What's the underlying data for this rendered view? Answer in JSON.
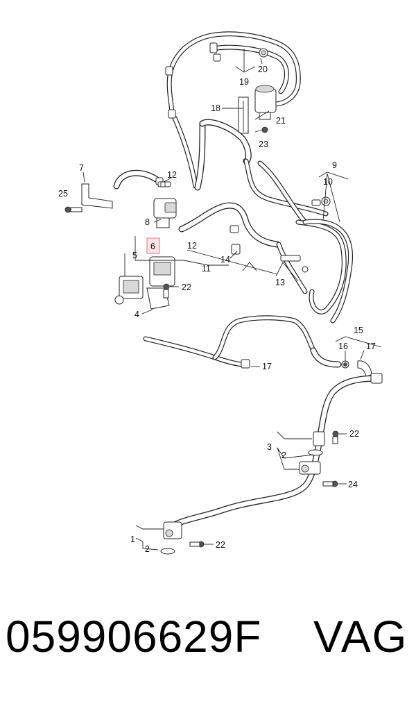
{
  "diagram": {
    "callouts": {
      "c1": "1",
      "c2a": "2",
      "c2b": "2",
      "c3": "3",
      "c4": "4",
      "c5": "5",
      "c6": "6",
      "c7": "7",
      "c8": "8",
      "c9": "9",
      "c10": "10",
      "c11": "11",
      "c12a": "12",
      "c12b": "12",
      "c13": "13",
      "c14": "14",
      "c15": "15",
      "c16": "16",
      "c17a": "17",
      "c17b": "17",
      "c18": "18",
      "c19": "19",
      "c20": "20",
      "c21": "21",
      "c22a": "22",
      "c22b": "22",
      "c22c": "22",
      "c23": "23",
      "c24": "24",
      "c25": "25"
    },
    "highlighted_callout": "6",
    "colors": {
      "line": "#222222",
      "highlight_fill": "#fbe3e6",
      "highlight_stroke": "#e07a88"
    }
  },
  "footer": {
    "part_number": "059906629F",
    "brand": "VAG"
  }
}
